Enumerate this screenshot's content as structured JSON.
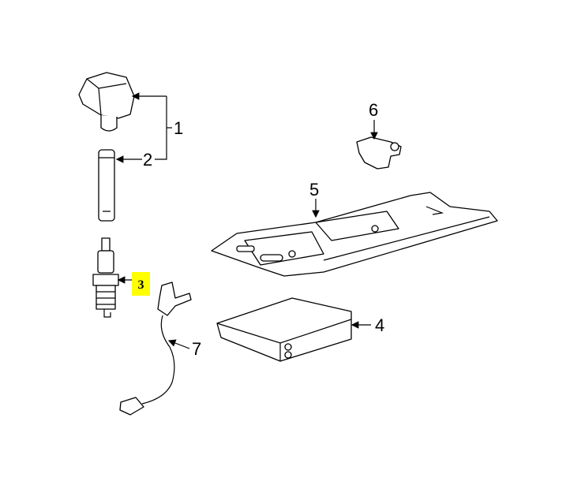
{
  "callouts": [
    {
      "number": "1",
      "part": "ignition-coil"
    },
    {
      "number": "2",
      "part": "coil-boot"
    },
    {
      "number": "3",
      "part": "spark-plug",
      "highlighted": true
    },
    {
      "number": "4",
      "part": "engine-control-module"
    },
    {
      "number": "5",
      "part": "mounting-bracket"
    },
    {
      "number": "6",
      "part": "knock-sensor"
    },
    {
      "number": "7",
      "part": "crankshaft-position-sensor"
    }
  ],
  "colors": {
    "highlight": "#ffff00",
    "line": "#000000"
  }
}
